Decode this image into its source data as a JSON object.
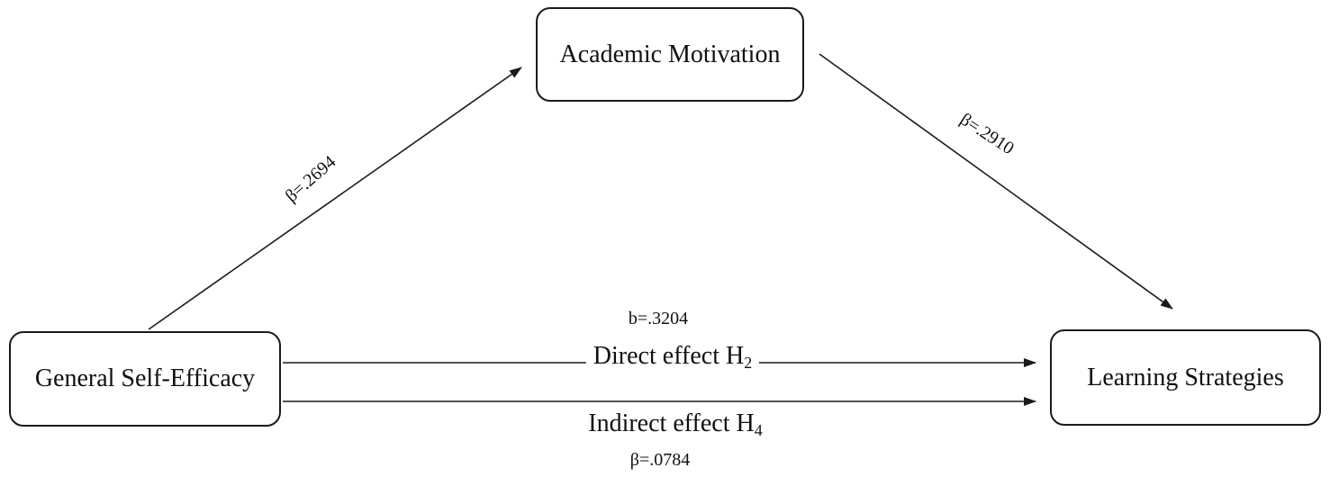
{
  "nodes": {
    "motivation": "Academic Motivation",
    "efficacy": "General Self-Efficacy",
    "strategies": "Learning Strategies"
  },
  "paths": {
    "efficacy_to_motivation": {
      "coefficient": "β=.2694"
    },
    "motivation_to_strategies": {
      "coefficient": "β=.2910"
    },
    "direct": {
      "coefficient": "b=.3204",
      "label": "Direct effect H",
      "subscript": "2"
    },
    "indirect": {
      "coefficient": "β=.0784",
      "label": "Indirect effect H",
      "subscript": "4"
    }
  },
  "colors": {
    "line": "#1a1a1a",
    "text": "#111111",
    "background": "#ffffff"
  }
}
